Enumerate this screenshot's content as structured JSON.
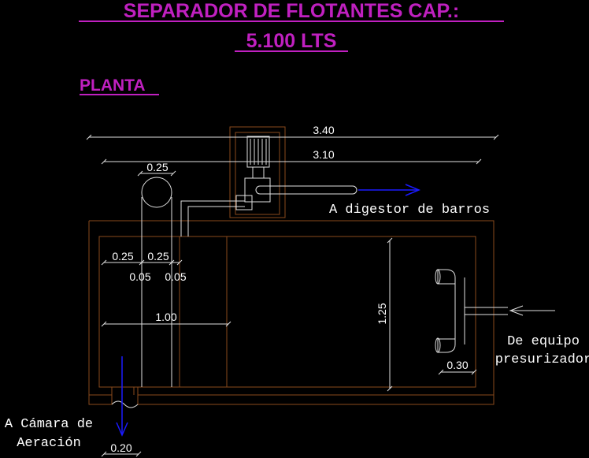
{
  "title": {
    "line1": "SEPARADOR DE FLOTANTES CAP.:",
    "line2": "5.100 LTS"
  },
  "view_label": "PLANTA",
  "dimensions": {
    "overall_width": "3.40",
    "inner_width": "3.10",
    "pipe_diameter": "0.25",
    "wall_a": "0.25",
    "wall_b": "0.25",
    "gap_a": "0.05",
    "gap_b": "0.05",
    "chamber_length": "1.00",
    "tank_width": "1.25",
    "inlet_offset": "0.30",
    "outlet_offset": "0.20"
  },
  "annotations": {
    "to_digester": "A digestor de barros",
    "from_equipment_1": "De equipo",
    "from_equipment_2": "presurizador",
    "to_aeration_1": "A Cámara de",
    "to_aeration_2": "Aeración"
  },
  "colors": {
    "background": "#000000",
    "title": "#c020c0",
    "structure": "#8a4a1c",
    "pipe": "#e0e0e0",
    "arrow": "#1a1aff",
    "text": "#ffffff"
  }
}
